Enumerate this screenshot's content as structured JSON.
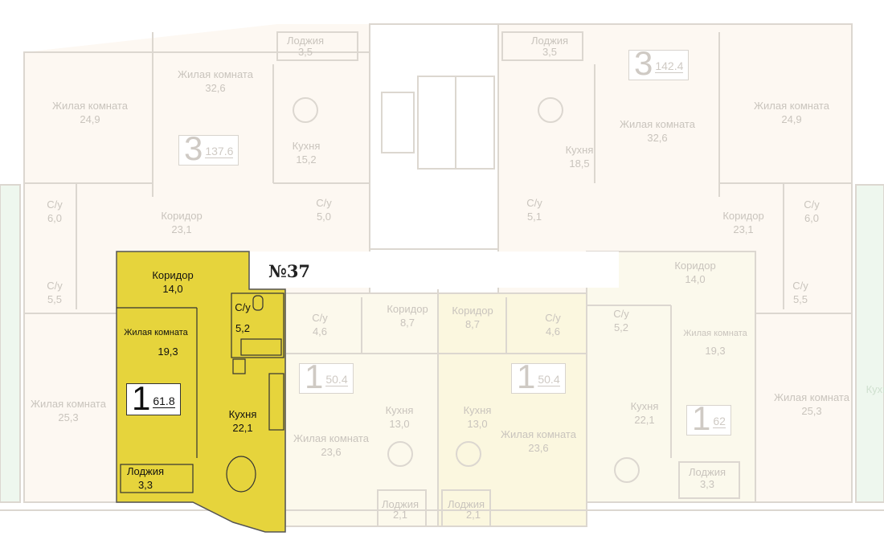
{
  "floor_label": "№37",
  "colors": {
    "selected": "#e6d43c",
    "available_light": "#fbf8e3",
    "apartment_bg": "#fdf8f2",
    "neighbor": "#eef7ee",
    "wall": "#dcd7d0"
  },
  "selected_apartment": {
    "rooms": "1",
    "area": "61.8",
    "labels": [
      {
        "name": "Коридор",
        "area": "14,0"
      },
      {
        "name": "Жилая комната",
        "area": "19,3"
      },
      {
        "name": "С/у",
        "area": "5,2"
      },
      {
        "name": "Кухня",
        "area": "22,1"
      },
      {
        "name": "Лоджия",
        "area": "3,3"
      }
    ]
  },
  "badges": [
    {
      "rooms": "3",
      "area": "137.6"
    },
    {
      "rooms": "3",
      "area": "142.4"
    },
    {
      "rooms": "1",
      "area": "50.4"
    },
    {
      "rooms": "1",
      "area": "50.4"
    },
    {
      "rooms": "1",
      "area": "62"
    }
  ],
  "labels": [
    {
      "name": "Жилая комната",
      "area": "24,9"
    },
    {
      "name": "Жилая комната",
      "area": "32,6"
    },
    {
      "name": "Лоджия",
      "area": "3,5"
    },
    {
      "name": "Кухня",
      "area": "15,2"
    },
    {
      "name": "С/у",
      "area": "6,0"
    },
    {
      "name": "Коридор",
      "area": "23,1"
    },
    {
      "name": "С/у",
      "area": "5,0"
    },
    {
      "name": "С/у",
      "area": "5,5"
    },
    {
      "name": "Жилая комната",
      "area": "25,3"
    },
    {
      "name": "Лоджия",
      "area": "3,5"
    },
    {
      "name": "Жилая комната",
      "area": "32,6"
    },
    {
      "name": "Жилая комната",
      "area": "24,9"
    },
    {
      "name": "Кухня",
      "area": "18,5"
    },
    {
      "name": "С/у",
      "area": "5,1"
    },
    {
      "name": "Коридор",
      "area": "23,1"
    },
    {
      "name": "С/у",
      "area": "6,0"
    },
    {
      "name": "С/у",
      "area": "5,5"
    },
    {
      "name": "Жилая комната",
      "area": "25,3"
    },
    {
      "name": "Коридор",
      "area": "14,0"
    },
    {
      "name": "С/у",
      "area": "5,2"
    },
    {
      "name": "Жилая комната",
      "area": "19,3"
    },
    {
      "name": "Кухня",
      "area": "22,1"
    },
    {
      "name": "Лоджия",
      "area": "3,3"
    },
    {
      "name": "С/у",
      "area": "4,6"
    },
    {
      "name": "Коридор",
      "area": "8,7"
    },
    {
      "name": "Коридор",
      "area": "8,7"
    },
    {
      "name": "С/у",
      "area": "4,6"
    },
    {
      "name": "Кухня",
      "area": "13,0"
    },
    {
      "name": "Кухня",
      "area": "13,0"
    },
    {
      "name": "Жилая комната",
      "area": "23,6"
    },
    {
      "name": "Жилая комната",
      "area": "23,6"
    },
    {
      "name": "Лоджия",
      "area": "2,1"
    },
    {
      "name": "Лоджия",
      "area": "2,1"
    }
  ],
  "edge_labels": [
    {
      "name": "Кухня"
    }
  ]
}
